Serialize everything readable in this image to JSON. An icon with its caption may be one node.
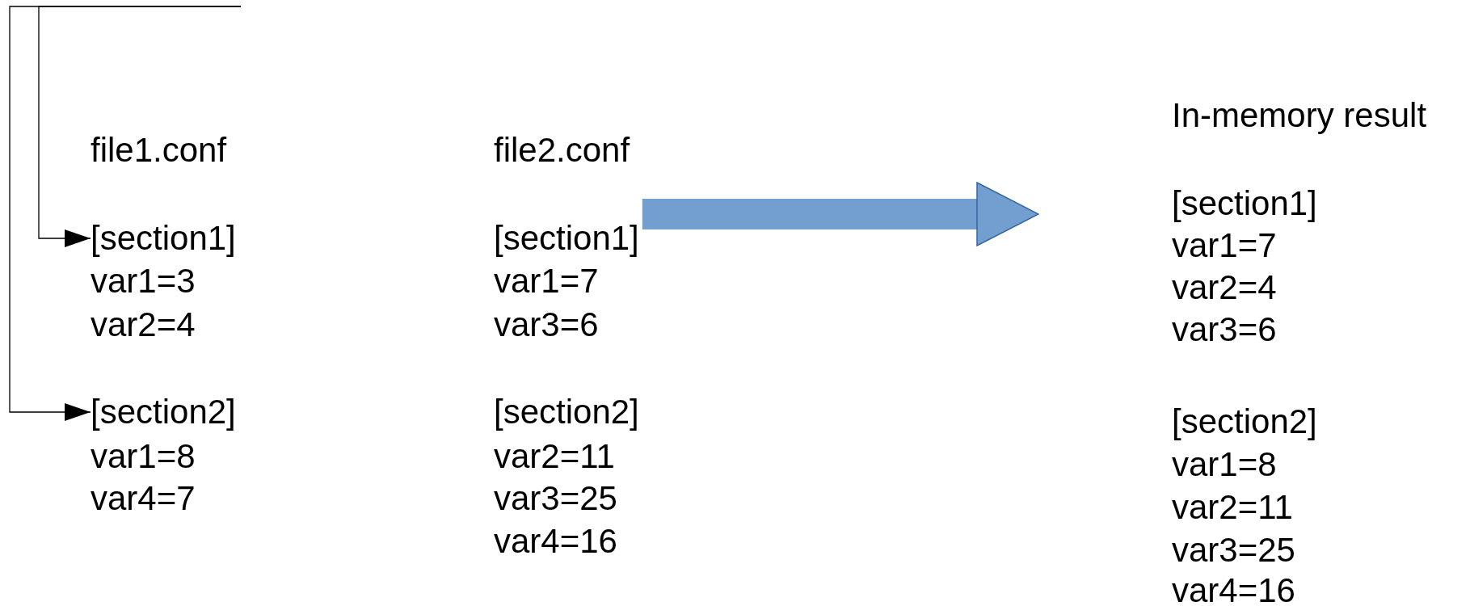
{
  "diagram": {
    "nodes": [
      {
        "text": [
          "file1.conf"
        ]
      },
      {
        "text": [
          "[section1]",
          "var1=3",
          "var2=4"
        ],
        "in": 0
      },
      {
        "text": [
          "[section2]",
          "var1=8",
          "var4=7"
        ],
        "in": 0
      },
      {
        "text": [
          "file2.conf",
          "[section1]",
          "var1=7",
          "var3=6",
          "[section2]",
          "var2=11",
          "var3=25",
          "var4=16"
        ]
      },
      {
        "text": [
          "In-memory result",
          "[section1]",
          "var1=7",
          "var2=4",
          "var3=6",
          "[section2]",
          "var1=8",
          "var2=11",
          "var3=25",
          "var4=16"
        ]
      }
    ],
    "edges": [
      {
        "from": null,
        "to": 1,
        "arrow": "to"
      },
      {
        "from": null,
        "to": 2,
        "arrow": "to"
      },
      {
        "from": 3,
        "to": 4,
        "arrow": "to",
        "style": "thick",
        "color": "#729fcf"
      }
    ]
  }
}
